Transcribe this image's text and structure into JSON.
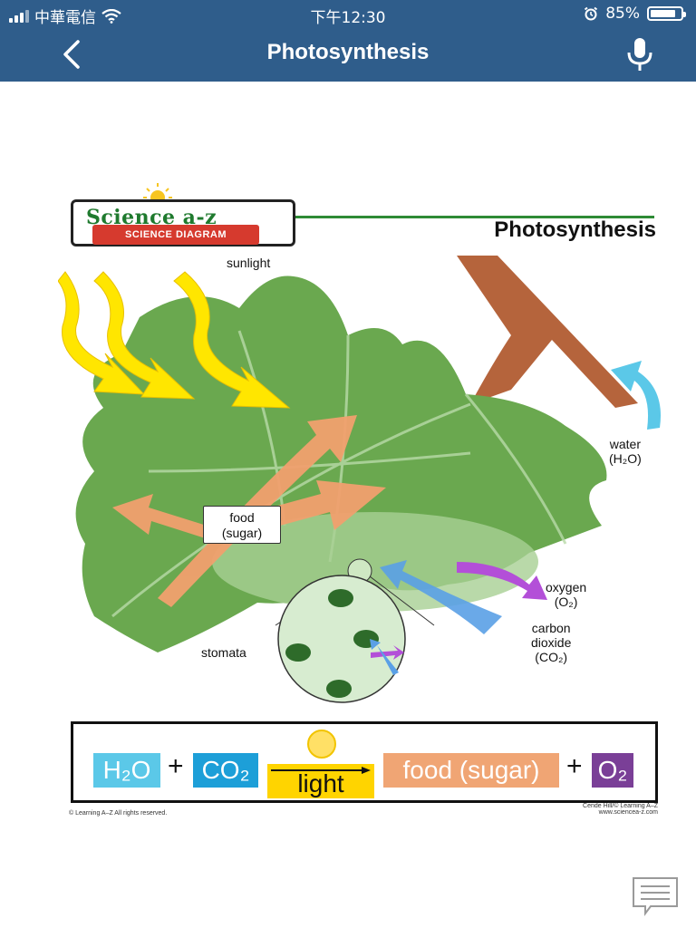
{
  "status_bar": {
    "carrier": "中華電信",
    "time": "下午12:30",
    "battery": "85%",
    "battery_level": 0.85
  },
  "nav": {
    "title": "Photosynthesis",
    "back_icon": "chevron-left-icon",
    "mic_icon": "microphone-icon"
  },
  "diagram": {
    "logo_main": "Science a-z",
    "logo_banner": "SCIENCE DIAGRAM",
    "title": "Photosynthesis",
    "labels": {
      "sunlight": "sunlight",
      "food_line1": "food",
      "food_line2": "(sugar)",
      "water_line1": "water",
      "water_line2": "(H₂O)",
      "oxygen_line1": "oxygen",
      "oxygen_line2": "(O₂)",
      "carbon_line1": "carbon",
      "carbon_line2": "dioxide",
      "carbon_line3": "(CO₂)",
      "stomata": "stomata"
    },
    "equation": {
      "water": "H₂O",
      "plus1": "+",
      "co2": "CO₂",
      "light": "light",
      "food": "food (sugar)",
      "plus2": "+",
      "o2": "O₂"
    },
    "footer_left": "© Learning A–Z  All rights reserved.",
    "footer_right_1": "Cende Hill/© Learning A–Z",
    "footer_right_2": "www.sciencea-z.com"
  },
  "colors": {
    "nav_bg": "#2f5d8b",
    "water_cell": "#5bc8e8",
    "co2_cell": "#1d9fd8",
    "light_box": "#ffd400",
    "food_cell": "#f0a574",
    "o2_cell": "#7a3f97"
  },
  "chat_icon": "chat-bubble-icon"
}
